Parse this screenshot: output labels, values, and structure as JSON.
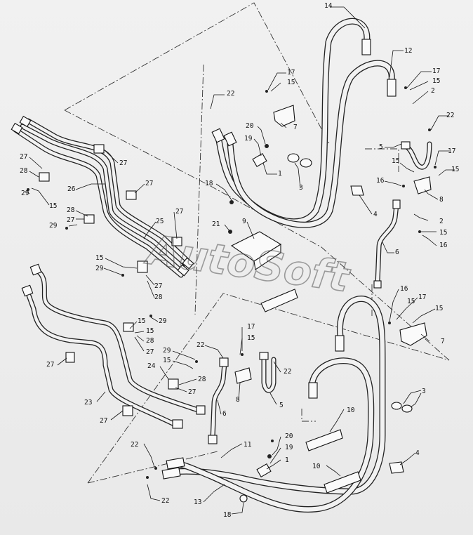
{
  "watermark": "AutoSoft",
  "colors": {
    "background": "#ebebeb",
    "ink": "#111111"
  },
  "callouts": {
    "n14": "14",
    "n12": "12",
    "n17a": "17",
    "n15a": "15",
    "n22a": "22",
    "n20a": "20",
    "n19a": "19",
    "n7a": "7",
    "n17b": "17",
    "n15b": "15",
    "n2a": "2",
    "n22b": "22",
    "n5a": "5",
    "n1a": "1",
    "n3a": "3",
    "n18a": "18",
    "n15c": "15",
    "n17c": "17",
    "n15d": "15",
    "n16a": "16",
    "n8a": "8",
    "n2b": "2",
    "n15e": "15",
    "n16b": "16",
    "n4a": "4",
    "n6a": "6",
    "n27a": "27",
    "n28a": "28",
    "n26": "26",
    "n27b": "27",
    "n15f": "15",
    "n29a": "29",
    "n27c": "27",
    "n28b": "28",
    "n29b": "29",
    "n27d": "27",
    "n25": "25",
    "n21": "21",
    "n9": "9",
    "n15g": "15",
    "n29c": "29",
    "n27e": "27",
    "n28c": "28",
    "n16c": "16",
    "n17d": "17",
    "n15h": "15",
    "n15i": "15",
    "n7b": "7",
    "n15j": "15",
    "n29d": "29",
    "n28d": "28",
    "n27f": "27",
    "n27g": "27",
    "n29e": "29",
    "n15k": "15",
    "n28e": "28",
    "n27h": "27",
    "n24": "24",
    "n22c": "22",
    "n17e": "17",
    "n15l": "15",
    "n22d": "22",
    "n8b": "8",
    "n5b": "5",
    "n6b": "6",
    "n23": "23",
    "n27i": "27",
    "n3b": "3",
    "n10a": "10",
    "n10b": "10",
    "n22e": "22",
    "n11": "11",
    "n20b": "20",
    "n19b": "19",
    "n1b": "1",
    "n4b": "4",
    "n22f": "22",
    "n13": "13",
    "n18b": "18"
  }
}
